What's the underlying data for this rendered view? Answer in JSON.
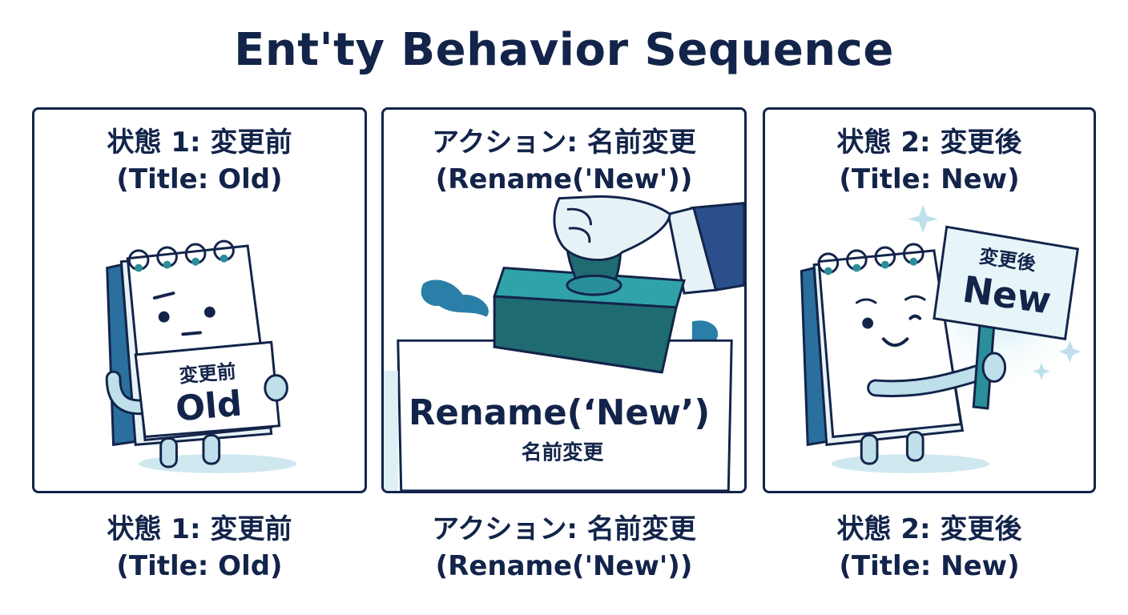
{
  "title": "Ent'ty Behavior Sequence",
  "panels": [
    {
      "heading_line1": "状態 1: 変更前",
      "heading_line2": "(Title: Old)",
      "sign_small": "変更前",
      "sign_large": "Old",
      "caption_line1": "状態 1: 変更前",
      "caption_line2": "(Title: Old)"
    },
    {
      "heading_line1": "アクション: 名前変更",
      "heading_line2": "(Rename('New'))",
      "paper_large": "Rename(‘New’)",
      "paper_small": "名前変更",
      "caption_line1": "アクション: 名前変更",
      "caption_line2": "(Rename('New'))"
    },
    {
      "heading_line1": "状態 2: 変更後",
      "heading_line2": "(Title: New)",
      "sign_small": "変更後",
      "sign_large": "New",
      "caption_line1": "状態 2: 変更後",
      "caption_line2": "(Title: New)"
    }
  ],
  "icons": [
    "calendar-character-icon",
    "rubber-stamp-icon",
    "hand-icon",
    "sparkle-icon"
  ],
  "colors": {
    "ink": "#13244a",
    "teal": "#2a8f9a",
    "light_blue": "#bfe0ea",
    "navy_sleeve": "#2a4f8a"
  }
}
